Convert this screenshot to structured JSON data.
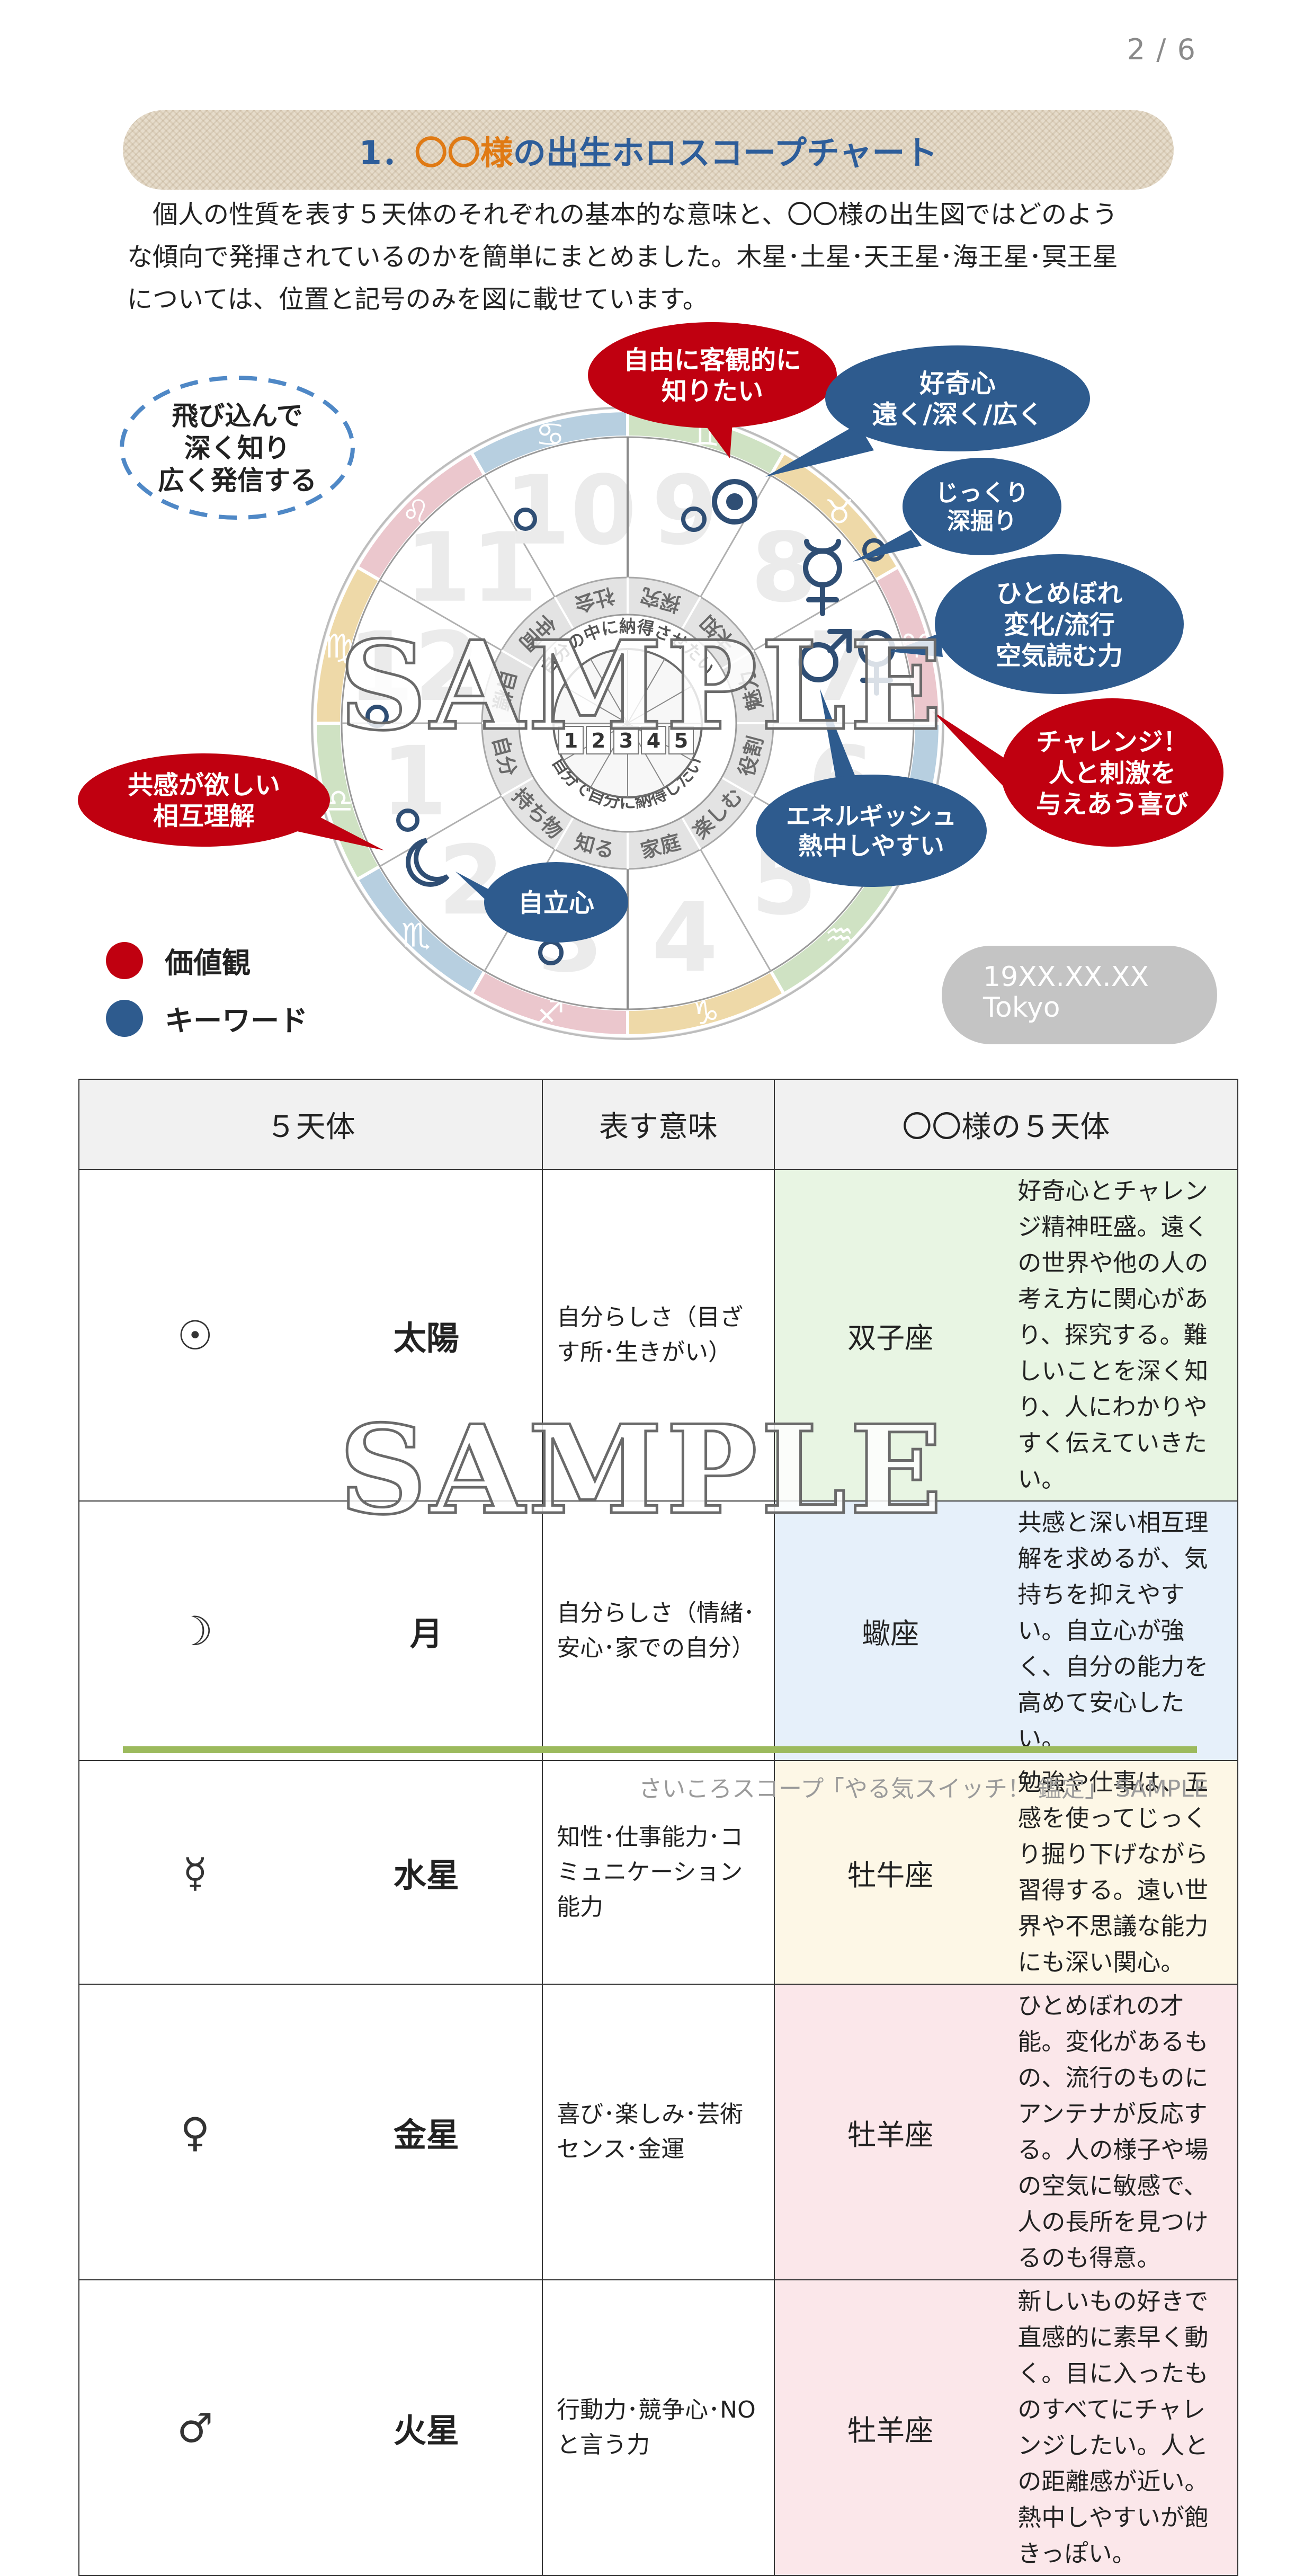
{
  "page_number": "2 / 6",
  "title": {
    "prefix": "1．",
    "name": "〇〇様",
    "suffix": "の出生ホロスコープチャート"
  },
  "intro_lines": [
    "　個人の性質を表す５天体のそれぞれの基本的な意味と、〇〇様の出生図ではどのよう",
    "な傾向で発揮されているのかを簡単にまとめました。木星･土星･天王星･海王星･冥王星",
    "については、位置と記号のみを図に載せています。"
  ],
  "callouts": {
    "dashed_bubble": [
      "飛び込んで",
      "深く知り",
      "広く発信する"
    ],
    "value_top": [
      "自由に客観的に",
      "知りたい"
    ],
    "value_left": [
      "共感が欲しい",
      "相互理解"
    ],
    "value_right": [
      "チャレンジ！",
      "人と刺激を",
      "与えあう喜び"
    ],
    "kw_curiosity": [
      "好奇心",
      "遠く/深く/広く"
    ],
    "kw_deep": [
      "じっくり",
      "深掘り"
    ],
    "kw_love": [
      "ひとめぼれ",
      "変化/流行",
      "空気読む力"
    ],
    "kw_energy": [
      "エネルギッシュ",
      "熱中しやすい"
    ],
    "kw_indep": [
      "自立心"
    ]
  },
  "wheel": {
    "zodiac_glyphs": [
      "♋",
      "♊",
      "♉",
      "♈",
      "♓",
      "♒",
      "♑",
      "♐",
      "♏",
      "♎",
      "♍",
      "♌"
    ],
    "zodiac_colors": [
      "#b7cfe0",
      "#cfe2c3",
      "#eed9a8",
      "#ebc7cd"
    ],
    "house_numbers": [
      "10",
      "9",
      "8",
      "7",
      "6",
      "5",
      "4",
      "3",
      "2",
      "1",
      "12",
      "11"
    ],
    "house_keywords": [
      "社会",
      "探究",
      "未知",
      "魅力",
      "役割",
      "楽しむ",
      "家庭",
      "知る",
      "持ち物",
      "自分",
      "目標",
      "仲間"
    ],
    "inner_upper": "自分の中に納得させたい",
    "inner_lower": "自分で自分に納得したい",
    "inner_digits": [
      "1",
      "2",
      "3",
      "4",
      "5"
    ]
  },
  "legend": [
    {
      "label": "価値観",
      "color": "#c00010"
    },
    {
      "label": "キーワード",
      "color": "#2e5b8e"
    }
  ],
  "birth": {
    "date": "19XX.XX.XX",
    "place": "Tokyo"
  },
  "table": {
    "headers": [
      "５天体",
      "表す意味",
      "〇〇様の５天体"
    ],
    "rows": [
      {
        "icon": "☉",
        "name": "太陽",
        "meaning": "自分らしさ（目ざす所･生きがい）",
        "sign": "双子座",
        "desc": "好奇心とチャレンジ精神旺盛。遠くの世界や他の人の考え方に関心があり、探究する。難しいことを深く知り、人にわかりやすく伝えていきたい。",
        "bg": "green"
      },
      {
        "icon": "☽",
        "name": "月",
        "meaning": "自分らしさ（情緒･安心･家での自分）",
        "sign": "蠍座",
        "desc": "共感と深い相互理解を求めるが、気持ちを抑えやすい。自立心が強く、自分の能力を高めて安心したい。",
        "bg": "blue"
      },
      {
        "icon": "☿",
        "name": "水星",
        "meaning": "知性･仕事能力･コミュニケーション能力",
        "sign": "牡牛座",
        "desc": "勉強や仕事は、五感を使ってじっくり掘り下げながら習得する。遠い世界や不思議な能力にも深い関心。",
        "bg": "yellow"
      },
      {
        "icon": "♀",
        "name": "金星",
        "meaning": "喜び･楽しみ･芸術センス･金運",
        "sign": "牡羊座",
        "desc": "ひとめぼれの才能。変化があるもの、流行のものにアンテナが反応する。人の様子や場の空気に敏感で、人の長所を見つけるのも得意。",
        "bg": "pink"
      },
      {
        "icon": "♂",
        "name": "火星",
        "meaning": "行動力･競争心･NOと言う力",
        "sign": "牡羊座",
        "desc": "新しいもの好きで直感的に素早く動く。目に入ったものすべてにチャレンジしたい。人との距離感が近い。熱中しやすいが飽きっぽい。",
        "bg": "pink"
      }
    ]
  },
  "watermark": "SAMPLE",
  "footer": {
    "left": "さいころスコープ",
    "right": "「やる気スイッチ！ 鑑定」 SAMPLE"
  }
}
